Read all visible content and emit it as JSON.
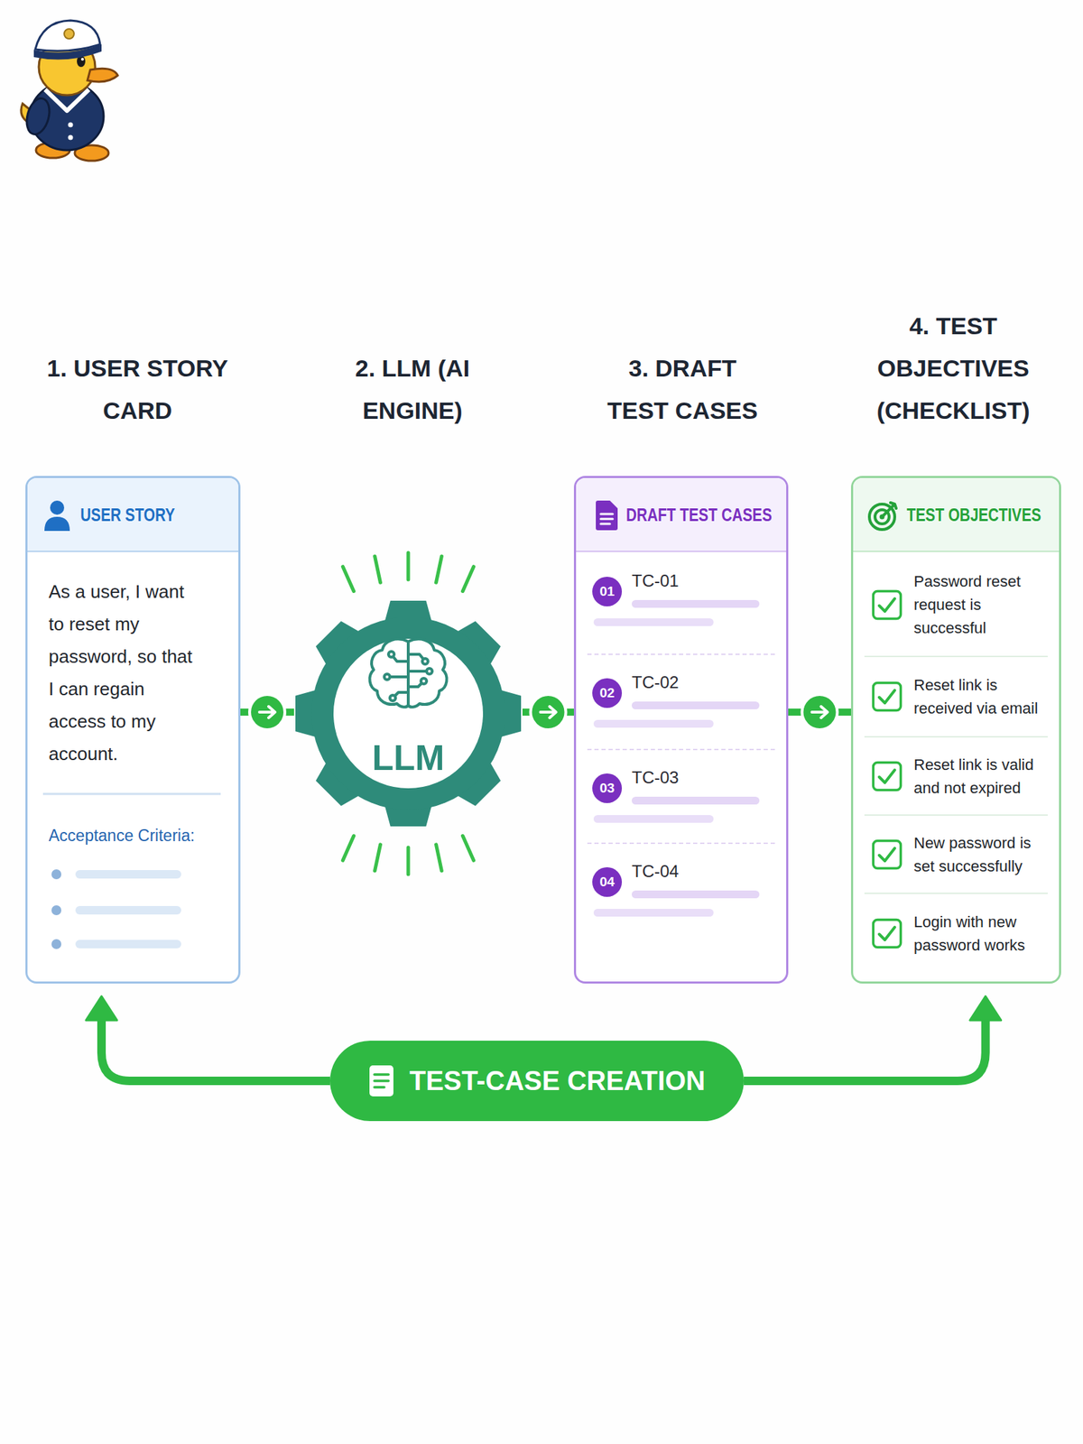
{
  "diagram": {
    "nodes": [
      {
        "text": [
          "USER STORY",
          "As a user, I want to reset my password, so that I can regain access to my account.",
          "Acceptance Criteria:"
        ]
      },
      {
        "text": [
          "LLM"
        ]
      },
      {
        "text": [
          "DRAFT TEST CASES"
        ]
      },
      {
        "text": [
          "01",
          "TC-01"
        ],
        "in": 2
      },
      {
        "text": [
          "02",
          "TC-02"
        ],
        "in": 2
      },
      {
        "text": [
          "03",
          "TC-03"
        ],
        "in": 2
      },
      {
        "text": [
          "04",
          "TC-04"
        ],
        "in": 2
      },
      {
        "text": [
          "TEST OBJECTIVES"
        ]
      },
      {
        "text": [
          "Password reset request is successful"
        ],
        "in": 7
      },
      {
        "text": [
          "Reset link is received via email"
        ],
        "in": 7
      },
      {
        "text": [
          "Reset link is valid and not expired"
        ],
        "in": 7
      },
      {
        "text": [
          "New password is set successfully"
        ],
        "in": 7
      },
      {
        "text": [
          "Login with new password works"
        ],
        "in": 7
      },
      {
        "text": [
          "TEST-CASE CREATION"
        ]
      }
    ],
    "edges": [
      {
        "from": 0,
        "to": 1,
        "arrow": "to"
      },
      {
        "from": 1,
        "to": 2,
        "arrow": "to"
      },
      {
        "from": 2,
        "to": 7,
        "arrow": "to"
      },
      {
        "from": 13,
        "to": 0,
        "arrow": "to"
      },
      {
        "from": 13,
        "to": 7,
        "arrow": "to"
      }
    ],
    "labels": [
      "1. USER STORY CARD",
      "2. LLM (AI ENGINE)",
      "3. DRAFT TEST CASES",
      "4. TEST OBJECTIVES (CHECKLIST)"
    ]
  }
}
